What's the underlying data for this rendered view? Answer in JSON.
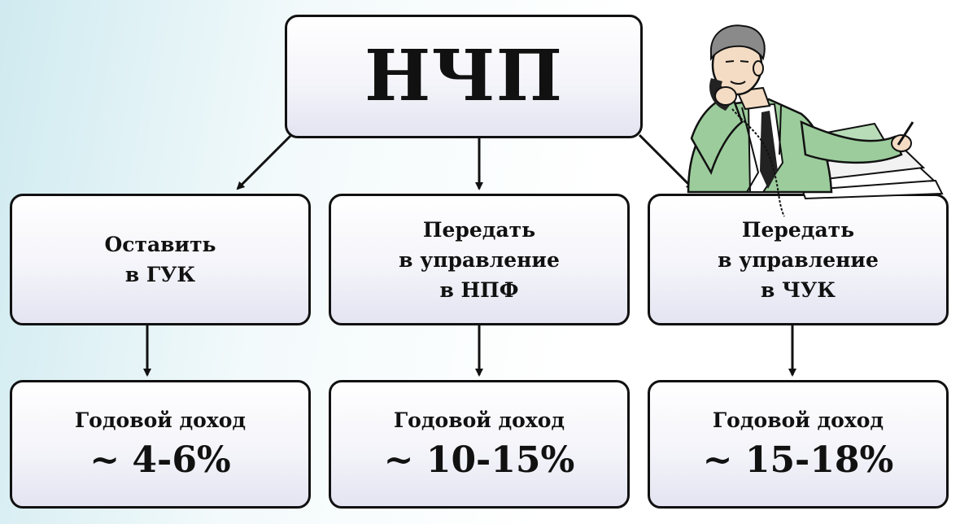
{
  "root": {
    "label": "НЧП"
  },
  "options": [
    {
      "lines": [
        "Оставить",
        "в ГУК"
      ],
      "income_label": "Годовой доход",
      "income_value": "~ 4-6%"
    },
    {
      "lines": [
        "Передать",
        "в управление",
        "в НПФ"
      ],
      "income_label": "Годовой доход",
      "income_value": "~ 10-15%"
    },
    {
      "lines": [
        "Передать",
        "в управление",
        "в ЧУК"
      ],
      "income_label": "Годовой доход",
      "income_value": "~ 15-18%"
    }
  ],
  "colors": {
    "stroke": "#111111",
    "box_bottom": "#e4e4f2",
    "jacket": "#9ccc9c"
  },
  "icons": {
    "illustration": "businessman-on-phone-icon"
  }
}
